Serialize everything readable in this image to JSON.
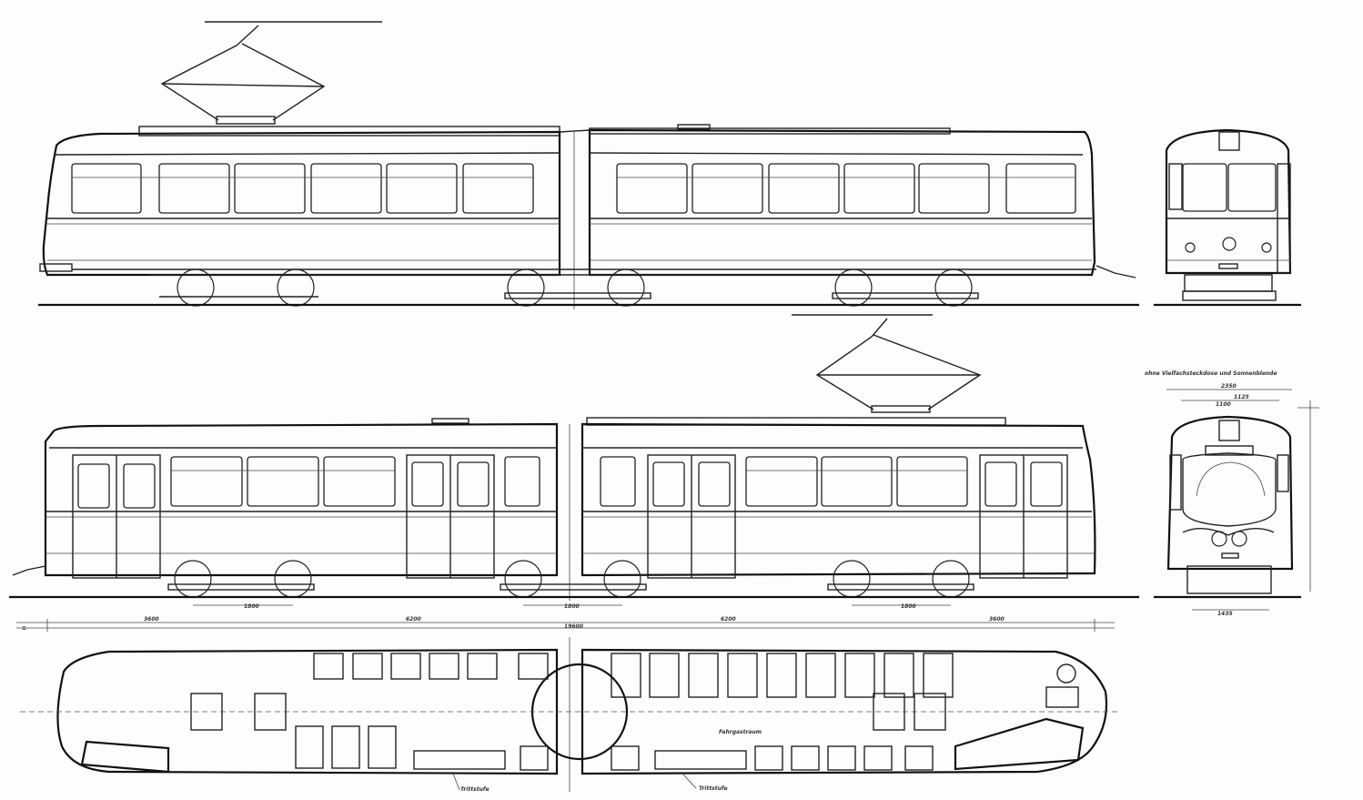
{
  "dimensions": {
    "end_width": "2350",
    "end_inner": "1125",
    "end_small": "1100",
    "track_gauge": "1435",
    "seg_left": "3600",
    "seg_mid_left": "6200",
    "seg_mid_right": "6200",
    "seg_right": "3600",
    "overall": "19600",
    "bogie_a": "1800",
    "bogie_b": "1800",
    "bogie_c": "1800"
  },
  "labels": {
    "end_note": "ohne Vielfachsteckdose und Sonnenblende",
    "aisle": "Fahrgastraum",
    "door_step_left": "Trittstufe",
    "door_step_right": "Trittstufe"
  }
}
